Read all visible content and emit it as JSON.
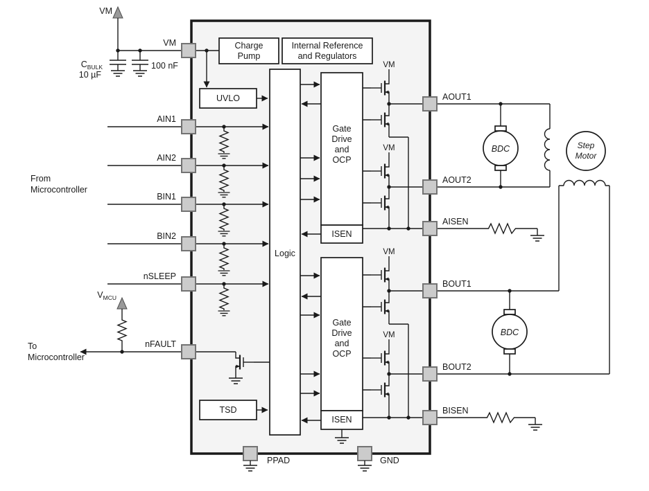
{
  "supply": {
    "vm": "VM",
    "cbulk_main": "C",
    "cbulk_sub": "BULK",
    "cbulk_value": "10 µF",
    "cap100_value": "100 nF"
  },
  "mcu": {
    "from_l1": "From",
    "from_l2": "Microcontroller",
    "to_l1": "To",
    "to_l2": "Microcontroller",
    "vmcu_main": "V",
    "vmcu_sub": "MCU"
  },
  "blocks": {
    "charge_pump_l1": "Charge",
    "charge_pump_l2": "Pump",
    "int_ref_l1": "Internal Reference",
    "int_ref_l2": "and Regulators",
    "uvlo": "UVLO",
    "logic": "Logic",
    "gate_drive_l1": "Gate",
    "gate_drive_l2": "Drive",
    "gate_drive_l3": "and",
    "gate_drive_l4": "OCP",
    "isen": "ISEN",
    "tsd": "TSD",
    "vm_rail": "VM"
  },
  "pins": {
    "vm": "VM",
    "ain1": "AIN1",
    "ain2": "AIN2",
    "bin1": "BIN1",
    "bin2": "BIN2",
    "nsleep": "nSLEEP",
    "nfault": "nFAULT",
    "aout1": "AOUT1",
    "aout2": "AOUT2",
    "aisen": "AISEN",
    "bout1": "BOUT1",
    "bout2": "BOUT2",
    "bisen": "BISEN",
    "ppad": "PPAD",
    "gnd": "GND"
  },
  "motors": {
    "bdc": "BDC",
    "step_l1": "Step",
    "step_l2": "Motor"
  },
  "colors": {
    "ink": "#1a1a1a",
    "ic_fill": "#f4f4f4",
    "pin_fill": "#cbcbcb",
    "arrow_gray": "#9a9a9a"
  }
}
